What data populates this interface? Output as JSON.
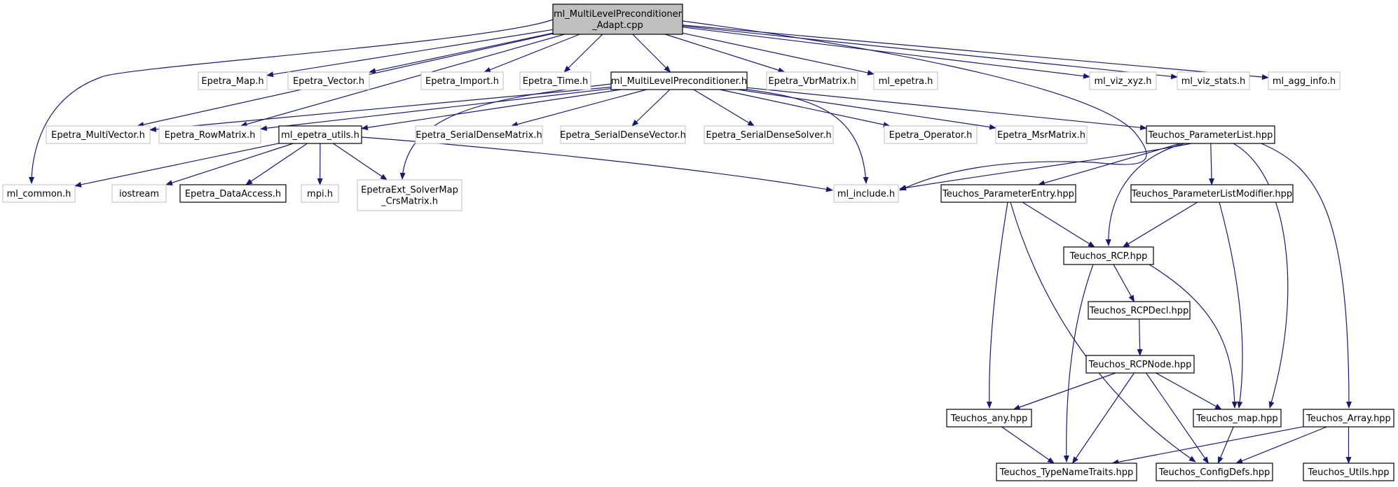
{
  "diagram": {
    "type": "include-dependency-graph",
    "colors": {
      "edge": "#191970",
      "root_fill": "#bfbfbf",
      "documented_border": "#000000",
      "undocumented_border": "#bfbfbf"
    },
    "nodes": [
      {
        "id": "root",
        "lines": [
          "ml_MultiLevelPreconditioner",
          "_Adapt.cpp"
        ],
        "kind": "root"
      },
      {
        "id": "epetra_map",
        "lines": [
          "Epetra_Map.h"
        ],
        "kind": "external"
      },
      {
        "id": "epetra_vector",
        "lines": [
          "Epetra_Vector.h"
        ],
        "kind": "external"
      },
      {
        "id": "epetra_import",
        "lines": [
          "Epetra_Import.h"
        ],
        "kind": "external"
      },
      {
        "id": "epetra_time",
        "lines": [
          "Epetra_Time.h"
        ],
        "kind": "external"
      },
      {
        "id": "ml_mlp_h",
        "lines": [
          "ml_MultiLevelPreconditioner.h"
        ],
        "kind": "documented"
      },
      {
        "id": "epetra_vbr",
        "lines": [
          "Epetra_VbrMatrix.h"
        ],
        "kind": "external"
      },
      {
        "id": "ml_epetra",
        "lines": [
          "ml_epetra.h"
        ],
        "kind": "external"
      },
      {
        "id": "ml_viz_xyz",
        "lines": [
          "ml_viz_xyz.h"
        ],
        "kind": "external"
      },
      {
        "id": "ml_viz_stats",
        "lines": [
          "ml_viz_stats.h"
        ],
        "kind": "external"
      },
      {
        "id": "ml_agg_info",
        "lines": [
          "ml_agg_info.h"
        ],
        "kind": "external"
      },
      {
        "id": "epetra_multivector",
        "lines": [
          "Epetra_MultiVector.h"
        ],
        "kind": "external"
      },
      {
        "id": "epetra_rowmatrix",
        "lines": [
          "Epetra_RowMatrix.h"
        ],
        "kind": "external"
      },
      {
        "id": "ml_epetra_utils",
        "lines": [
          "ml_epetra_utils.h"
        ],
        "kind": "documented"
      },
      {
        "id": "epetra_sdm",
        "lines": [
          "Epetra_SerialDenseMatrix.h"
        ],
        "kind": "external"
      },
      {
        "id": "epetra_sdv",
        "lines": [
          "Epetra_SerialDenseVector.h"
        ],
        "kind": "external"
      },
      {
        "id": "epetra_sds",
        "lines": [
          "Epetra_SerialDenseSolver.h"
        ],
        "kind": "external"
      },
      {
        "id": "epetra_operator",
        "lines": [
          "Epetra_Operator.h"
        ],
        "kind": "external"
      },
      {
        "id": "epetra_msr",
        "lines": [
          "Epetra_MsrMatrix.h"
        ],
        "kind": "external"
      },
      {
        "id": "teuchos_pl",
        "lines": [
          "Teuchos_ParameterList.hpp"
        ],
        "kind": "documented"
      },
      {
        "id": "ml_common",
        "lines": [
          "ml_common.h"
        ],
        "kind": "external"
      },
      {
        "id": "iostream",
        "lines": [
          "iostream"
        ],
        "kind": "external"
      },
      {
        "id": "epetra_dataaccess",
        "lines": [
          "Epetra_DataAccess.h"
        ],
        "kind": "documented"
      },
      {
        "id": "mpi",
        "lines": [
          "mpi.h"
        ],
        "kind": "external"
      },
      {
        "id": "epetraext_solvermap",
        "lines": [
          "EpetraExt_SolverMap",
          "_CrsMatrix.h"
        ],
        "kind": "external"
      },
      {
        "id": "ml_include",
        "lines": [
          "ml_include.h"
        ],
        "kind": "external"
      },
      {
        "id": "teuchos_pe",
        "lines": [
          "Teuchos_ParameterEntry.hpp"
        ],
        "kind": "documented"
      },
      {
        "id": "teuchos_plm",
        "lines": [
          "Teuchos_ParameterListModifier.hpp"
        ],
        "kind": "documented"
      },
      {
        "id": "teuchos_rcp",
        "lines": [
          "Teuchos_RCP.hpp"
        ],
        "kind": "documented"
      },
      {
        "id": "teuchos_rcpdecl",
        "lines": [
          "Teuchos_RCPDecl.hpp"
        ],
        "kind": "documented"
      },
      {
        "id": "teuchos_rcpnode",
        "lines": [
          "Teuchos_RCPNode.hpp"
        ],
        "kind": "documented"
      },
      {
        "id": "teuchos_any",
        "lines": [
          "Teuchos_any.hpp"
        ],
        "kind": "documented"
      },
      {
        "id": "teuchos_map",
        "lines": [
          "Teuchos_map.hpp"
        ],
        "kind": "documented"
      },
      {
        "id": "teuchos_array",
        "lines": [
          "Teuchos_Array.hpp"
        ],
        "kind": "documented"
      },
      {
        "id": "teuchos_tnt",
        "lines": [
          "Teuchos_TypeNameTraits.hpp"
        ],
        "kind": "documented"
      },
      {
        "id": "teuchos_configdefs",
        "lines": [
          "Teuchos_ConfigDefs.hpp"
        ],
        "kind": "documented"
      },
      {
        "id": "teuchos_utils",
        "lines": [
          "Teuchos_Utils.hpp"
        ],
        "kind": "documented"
      }
    ],
    "edges": [
      [
        "root",
        "epetra_map"
      ],
      [
        "root",
        "epetra_vector"
      ],
      [
        "root",
        "epetra_import"
      ],
      [
        "root",
        "epetra_time"
      ],
      [
        "root",
        "ml_mlp_h"
      ],
      [
        "root",
        "epetra_vbr"
      ],
      [
        "root",
        "ml_epetra"
      ],
      [
        "root",
        "ml_viz_xyz"
      ],
      [
        "root",
        "ml_viz_stats"
      ],
      [
        "root",
        "ml_agg_info"
      ],
      [
        "root",
        "epetra_multivector"
      ],
      [
        "root",
        "epetra_rowmatrix"
      ],
      [
        "root",
        "ml_common"
      ],
      [
        "root",
        "ml_include"
      ],
      [
        "ml_mlp_h",
        "epetra_multivector"
      ],
      [
        "ml_mlp_h",
        "epetra_rowmatrix"
      ],
      [
        "ml_mlp_h",
        "ml_epetra_utils"
      ],
      [
        "ml_mlp_h",
        "epetra_sdm"
      ],
      [
        "ml_mlp_h",
        "epetra_sdv"
      ],
      [
        "ml_mlp_h",
        "epetra_sds"
      ],
      [
        "ml_mlp_h",
        "epetra_operator"
      ],
      [
        "ml_mlp_h",
        "epetra_msr"
      ],
      [
        "ml_mlp_h",
        "teuchos_pl"
      ],
      [
        "ml_mlp_h",
        "epetraext_solvermap"
      ],
      [
        "ml_mlp_h",
        "ml_include"
      ],
      [
        "ml_epetra_utils",
        "ml_common"
      ],
      [
        "ml_epetra_utils",
        "iostream"
      ],
      [
        "ml_epetra_utils",
        "epetra_dataaccess"
      ],
      [
        "ml_epetra_utils",
        "mpi"
      ],
      [
        "ml_epetra_utils",
        "epetraext_solvermap"
      ],
      [
        "ml_epetra_utils",
        "ml_include"
      ],
      [
        "teuchos_pl",
        "ml_include"
      ],
      [
        "teuchos_pl",
        "teuchos_pe"
      ],
      [
        "teuchos_pl",
        "teuchos_plm"
      ],
      [
        "teuchos_pl",
        "teuchos_rcp"
      ],
      [
        "teuchos_pl",
        "teuchos_map"
      ],
      [
        "teuchos_pl",
        "teuchos_array"
      ],
      [
        "teuchos_pe",
        "teuchos_rcp"
      ],
      [
        "teuchos_pe",
        "teuchos_any"
      ],
      [
        "teuchos_pe",
        "teuchos_configdefs"
      ],
      [
        "teuchos_plm",
        "teuchos_rcp"
      ],
      [
        "teuchos_plm",
        "teuchos_map"
      ],
      [
        "teuchos_rcp",
        "teuchos_rcpdecl"
      ],
      [
        "teuchos_rcp",
        "teuchos_tnt"
      ],
      [
        "teuchos_rcp",
        "teuchos_map"
      ],
      [
        "teuchos_rcpdecl",
        "teuchos_rcpnode"
      ],
      [
        "teuchos_rcpnode",
        "teuchos_any"
      ],
      [
        "teuchos_rcpnode",
        "teuchos_map"
      ],
      [
        "teuchos_rcpnode",
        "teuchos_tnt"
      ],
      [
        "teuchos_rcpnode",
        "teuchos_configdefs"
      ],
      [
        "teuchos_any",
        "teuchos_tnt"
      ],
      [
        "teuchos_map",
        "teuchos_configdefs"
      ],
      [
        "teuchos_array",
        "teuchos_tnt"
      ],
      [
        "teuchos_array",
        "teuchos_configdefs"
      ],
      [
        "teuchos_array",
        "teuchos_utils"
      ]
    ]
  }
}
